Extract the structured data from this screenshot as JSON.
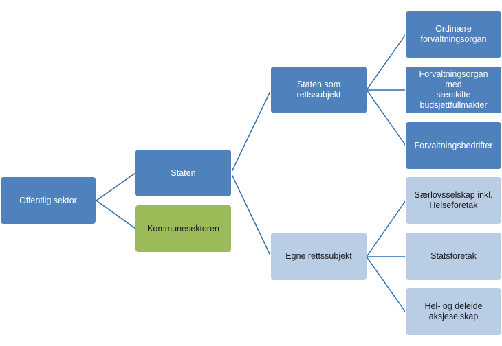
{
  "diagram": {
    "root": {
      "label": "Offentlig sektor"
    },
    "level1": {
      "staten": {
        "label": "Staten"
      },
      "kommunesektoren": {
        "label": "Kommunesektoren"
      }
    },
    "level2": {
      "staten_som_rettssubjekt": {
        "label": "Staten som rettssubjekt"
      },
      "egne_rettssubjekt": {
        "label": "Egne rettssubjekt"
      }
    },
    "level3": {
      "ordinaere": {
        "label": "Ordinære\nforvaltningsorgan"
      },
      "saerskilte": {
        "label": "Forvaltningsorgan med\nsærskilte\nbudsjettfullmakter"
      },
      "bedrifter": {
        "label": "Forvaltningsbedrifter"
      },
      "saerlov": {
        "label": "Særlovsselskap inkl.\nHelseforetak"
      },
      "statsforetak": {
        "label": "Statsforetak"
      },
      "aksjeselskap": {
        "label": "Hel- og deleide\naksjeselskap"
      }
    },
    "colors": {
      "dark_box": "#4f81bd",
      "light_box": "#b9cde5",
      "green_box": "#9bbb59",
      "connector": "#2e6db4"
    }
  }
}
